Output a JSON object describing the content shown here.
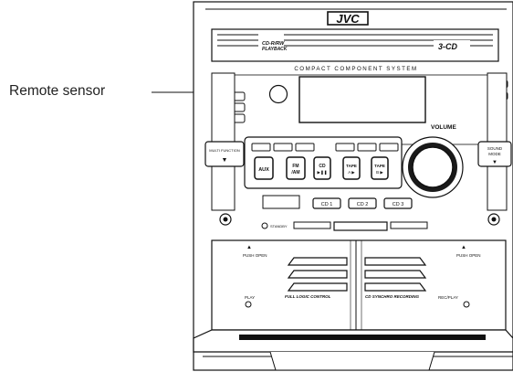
{
  "callout": {
    "label": "Remote sensor"
  },
  "brand": "JVC",
  "system_name": "COMPACT COMPONENT SYSTEM",
  "cd_rw": {
    "line1": "CD-R/RW",
    "line2": "PLAYBACK"
  },
  "three_cd": "3-CD",
  "volume_label": "VOLUME",
  "sound_mode": {
    "line1": "SOUND",
    "line2": "MODE"
  },
  "left_button": "MULTI FUNCTION",
  "source_buttons": [
    {
      "line1": "AUX",
      "line2": ""
    },
    {
      "line1": "FM",
      "line2": "/AM"
    },
    {
      "line1": "CD",
      "line2": "▶❚❚"
    },
    {
      "line1": "TAPE",
      "line2": "A ▶"
    },
    {
      "line1": "TAPE",
      "line2": "B ▶"
    }
  ],
  "cd_buttons": [
    "CD 1",
    "CD 2",
    "CD 3"
  ],
  "standby_label": "STANDBY",
  "push_open_left": "PUSH OPEN",
  "push_open_right": "PUSH OPEN",
  "play_label": "PLAY",
  "rec_play_label": "REC/PLAY",
  "full_logic": "FULL LOGIC CONTROL",
  "cd_synchro": "CD SYNCHRO RECORDING",
  "colors": {
    "line": "#111111",
    "panel": "#ffffff",
    "dark": "#1a1a1a"
  }
}
